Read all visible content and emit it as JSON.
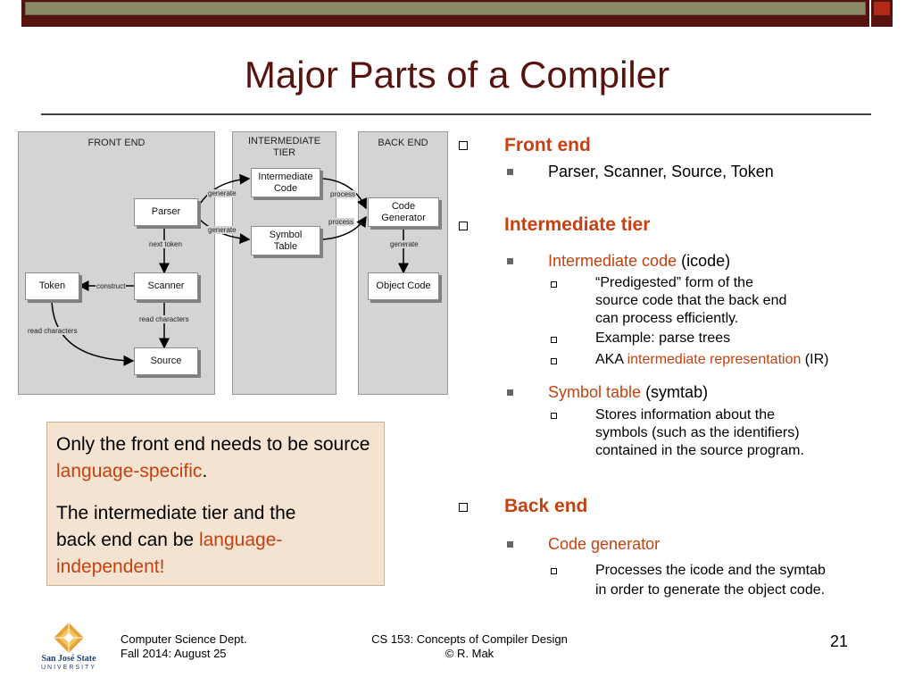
{
  "slide": {
    "title": "Major Parts of a Compiler",
    "page_number": "21"
  },
  "diagram": {
    "panels": {
      "front_end": "FRONT END",
      "intermediate_line1": "INTERMEDIATE",
      "intermediate_line2": "TIER",
      "back_end": "BACK END"
    },
    "boxes": {
      "icode_line1": "Intermediate",
      "icode_line2": "Code",
      "symtab_line1": "Symbol",
      "symtab_line2": "Table",
      "parser": "Parser",
      "scanner": "Scanner",
      "token": "Token",
      "source": "Source",
      "codegen_line1": "Code",
      "codegen_line2": "Generator",
      "object_code": "Object Code"
    },
    "edges": {
      "generate_top": "generate",
      "generate_bottom": "generate",
      "process_top": "process",
      "process_bottom": "process",
      "next_token": "next token",
      "construct": "construct",
      "read_chars_scanner": "read characters",
      "read_chars_token": "read characters",
      "generate_backend": "generate"
    }
  },
  "callout": {
    "p1_prefix": "Only the front end needs to be source ",
    "p1_highlight": "language-specific",
    "p1_suffix": ".",
    "p2_prefix": "The intermediate tier and the back end can be ",
    "p2_highlight": "language-independent!"
  },
  "bullets": {
    "front_end": {
      "heading": "Front end",
      "item": "Parser, Scanner, Source, Token"
    },
    "intermediate": {
      "heading": "Intermediate tier",
      "icode_highlight": "Intermediate code",
      "icode_suffix": " (icode)",
      "sub1_line1": "“Predigested” form of the",
      "sub1_line2": "source code that the back end",
      "sub1_line3": "can process efficiently.",
      "sub2": "Example: parse trees",
      "sub3_prefix": "AKA ",
      "sub3_highlight": "intermediate representation",
      "sub3_suffix": " (IR)",
      "symtab_highlight": "Symbol table",
      "symtab_suffix": " (symtab)",
      "sub4_line1": "Stores information about the",
      "sub4_line2": "symbols (such as the identifiers)",
      "sub4_line3": "contained in the source program."
    },
    "back_end": {
      "heading": "Back end",
      "codegen_highlight": "Code generator",
      "sub1_line1": "Processes the icode and the symtab",
      "sub1_line2": "in order to generate the object code."
    }
  },
  "footer": {
    "dept_line1": "Computer Science Dept.",
    "dept_line2": "Fall 2014: August 25",
    "course_line1": "CS 153: Concepts of Compiler Design",
    "course_line2": "© R. Mak",
    "logo_line1": "San José State",
    "logo_line2": "UNIVERSITY"
  },
  "colors": {
    "title": "#57130f",
    "accent": "#c5410f",
    "callout_bg": "#f3e3d0",
    "panel_bg": "#d4d4d4"
  }
}
